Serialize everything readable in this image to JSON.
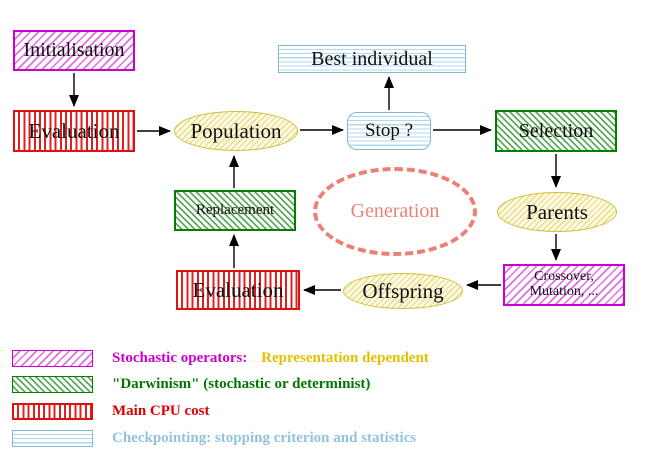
{
  "nodes": {
    "initialisation": "Initialisation",
    "evaluation_top": "Evaluation",
    "population": "Population",
    "best_individual": "Best individual",
    "stop": "Stop ?",
    "selection": "Selection",
    "replacement": "Replacement",
    "generation": "Generation",
    "parents": "Parents",
    "crossover_line1": "Crossover,",
    "crossover_line2": "Mutation, ...",
    "evaluation_bottom": "Evaluation",
    "offspring": "Offspring"
  },
  "legend": {
    "items": [
      {
        "swatch": "magenta-diagonal-hatch-swatch",
        "parts": [
          {
            "text": "Stochastic operators:",
            "color": "#cc00cc"
          },
          {
            "text": "Representation dependent",
            "color": "#e3c000"
          }
        ]
      },
      {
        "swatch": "green-diagonal-hatch-swatch",
        "parts": [
          {
            "text": "\"Darwinism\" (stochastic or determinist)",
            "color": "#007700"
          }
        ]
      },
      {
        "swatch": "red-vertical-stripes-swatch",
        "parts": [
          {
            "text": "Main CPU cost",
            "color": "#dd0000"
          }
        ]
      },
      {
        "swatch": "cyan-horizontal-stripes-swatch",
        "parts": [
          {
            "text": "Checkpointing: stopping criterion and statistics",
            "color": "#8fc3e0"
          }
        ]
      }
    ]
  },
  "palette": {
    "stochastic_magenta": "#cc00cc",
    "representation_yellow": "#e3c000",
    "darwinism_green": "#008000",
    "cpu_cost_red": "#dd1111",
    "checkpointing_blue": "#7fb8d6",
    "population_gold": "#d2be3a",
    "generation_salmon": "#ed8076",
    "arrow_black": "#000000",
    "background": "#ffffff"
  }
}
